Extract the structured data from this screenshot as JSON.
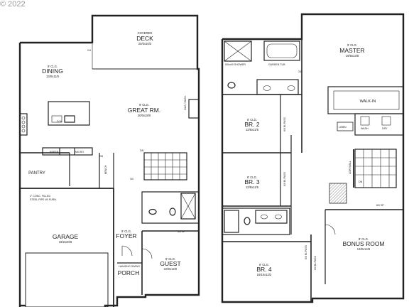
{
  "copyright": "© 2022",
  "first_floor": {
    "deck": {
      "ceiling": "COVERED",
      "name": "DECK",
      "size": "20/3x10/3"
    },
    "dining": {
      "ceiling": "9' CLG.",
      "name": "DINING",
      "size": "13/0x11/5"
    },
    "great": {
      "ceiling": "9' CLG.",
      "name": "GREAT RM.",
      "size": "20/0x18/0"
    },
    "pantry": {
      "name": "PANTRY"
    },
    "garage": {
      "name": "GARAGE",
      "size": "19/2x20/6",
      "note1": "2\" CONC. FILLED",
      "note2": "STEEL PIPE W/ FURN."
    },
    "foyer": {
      "ceiling": "9' CLG.",
      "name": "FOYER"
    },
    "porch": {
      "name": "PORCH",
      "note": "HANGING SWING"
    },
    "guest": {
      "ceiling": "9' CLG.",
      "name": "GUEST",
      "size": "10/0x12/0"
    },
    "labels": {
      "refer": "REFER.",
      "micro": "MICRO",
      "dw": "D.W.",
      "bench": "BENCH",
      "dn": "DN",
      "shelf": "5/0 SP",
      "door_a": "2/4",
      "door_b": "2/8",
      "door_c": "3/0",
      "fp": "GAS / ELEC."
    }
  },
  "second_floor": {
    "shower": "5/0x4/0 SHOWER",
    "tub": "GARDEN TUB",
    "master": {
      "ceiling": "9' CLG.",
      "name": "MASTER",
      "size": "19/8x13/8"
    },
    "walkin": {
      "name": "WALK-IN"
    },
    "br2": {
      "ceiling": "8' CLG.",
      "name": "BR. 2",
      "size": "12/8x11/5"
    },
    "br3": {
      "ceiling": "8' CLG.",
      "name": "BR. 3",
      "size": "12/8x11/5"
    },
    "br4": {
      "ceiling": "8' CLG.",
      "name": "BR. 4",
      "size": "16/10x12/2"
    },
    "bonus": {
      "ceiling": "8' CLG.",
      "name": "BONUS ROOM",
      "size": "13/9x14/6"
    },
    "labels": {
      "linen": "LINEN",
      "wash": "WASH",
      "dry": "DRY",
      "bipass1": "6/0 BI-PASS",
      "bipass2": "6/0 BI-PASS",
      "bipass3": "6/0 BI-PASS",
      "bipass4": "6/0 BI-PASS",
      "low_wall": "LOW WALL",
      "dn": "DN",
      "shelf": "6/0 SP",
      "door": "2/8"
    }
  }
}
